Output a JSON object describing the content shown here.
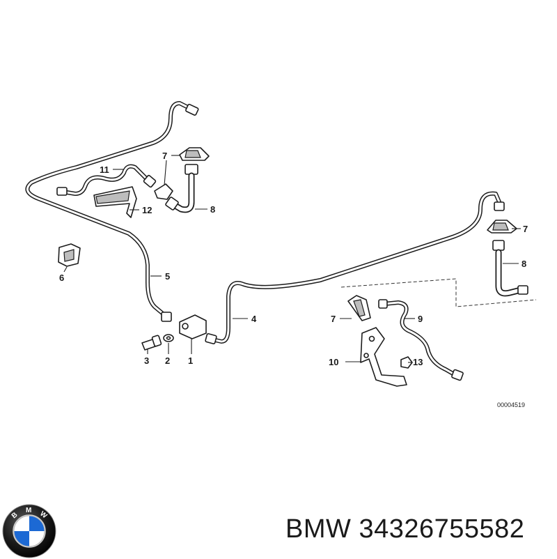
{
  "diagram": {
    "callouts": [
      {
        "id": "1",
        "label": "1"
      },
      {
        "id": "2",
        "label": "2"
      },
      {
        "id": "3",
        "label": "3"
      },
      {
        "id": "4",
        "label": "4"
      },
      {
        "id": "5",
        "label": "5"
      },
      {
        "id": "6",
        "label": "6"
      },
      {
        "id": "7a",
        "label": "7"
      },
      {
        "id": "7b",
        "label": "7"
      },
      {
        "id": "7c",
        "label": "7"
      },
      {
        "id": "8a",
        "label": "8"
      },
      {
        "id": "8b",
        "label": "8"
      },
      {
        "id": "9",
        "label": "9"
      },
      {
        "id": "10",
        "label": "10"
      },
      {
        "id": "11",
        "label": "11"
      },
      {
        "id": "12",
        "label": "12"
      },
      {
        "id": "13",
        "label": "13"
      }
    ],
    "document_number": "00004519"
  },
  "brand": {
    "name": "BMW",
    "part_number": "34326755582",
    "logo_letters": [
      "B",
      "M",
      "W"
    ],
    "logo_colors": {
      "ring": "#1a1a1a",
      "blue": "#1c69d4",
      "white": "#ffffff"
    }
  }
}
